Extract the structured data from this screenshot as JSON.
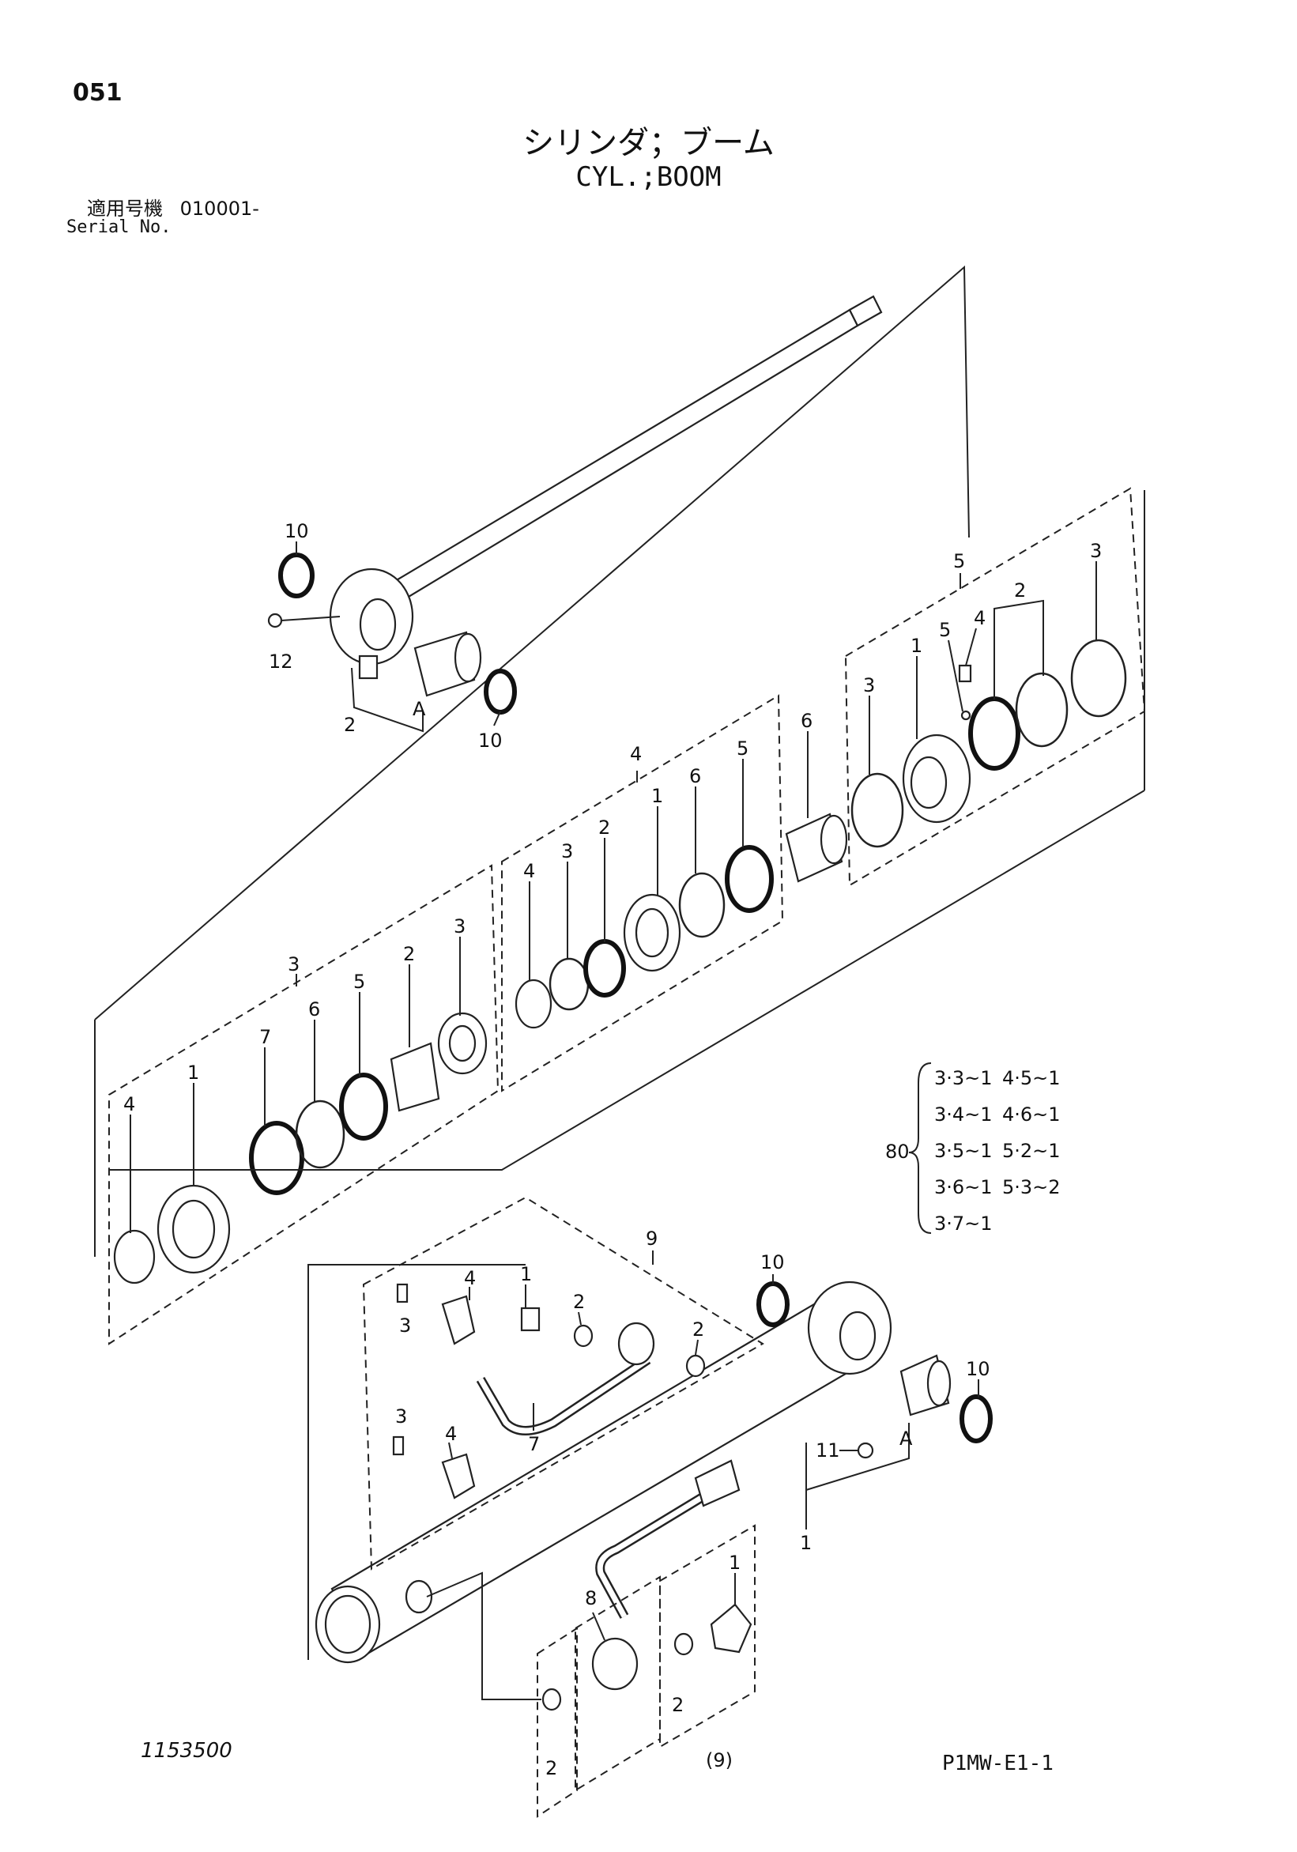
{
  "header": {
    "page_number": "051",
    "title_jp": "シリンダ；ブーム",
    "title_en": "CYL.;BOOM",
    "serial_label_jp": "適用号機",
    "serial_value": "010001-",
    "serial_label_en": "Serial No."
  },
  "footer": {
    "document_number": "1153500",
    "page_code": "P1MW-E1-1"
  },
  "kit_80": {
    "number": "80",
    "entries": [
      "3·3~1",
      "4·5~1",
      "3·4~1",
      "4·6~1",
      "3·5~1",
      "5·2~1",
      "3·6~1",
      "5·3~2",
      "3·7~1"
    ]
  },
  "callouts": {
    "rod_10a": "10",
    "rod_12": "12",
    "rod_2": "2",
    "rod_A": "A",
    "rod_10b": "10",
    "grp3": "3",
    "g3_4": "4",
    "g3_1": "1",
    "g3_7": "7",
    "g3_6": "6",
    "g3_5": "5",
    "g3_2": "2",
    "g3_3": "3",
    "grp4": "4",
    "g4_4": "4",
    "g4_3": "3",
    "g4_2": "2",
    "g4_1": "1",
    "g4_6": "6",
    "g4_5": "5",
    "part6": "6",
    "grp5": "5",
    "g5_3a": "3",
    "g5_1": "1",
    "g5_5": "5",
    "g5_4": "4",
    "g5_2": "2",
    "g5_3b": "3",
    "grp9": "9",
    "g9_3a": "3",
    "g9_4a": "4",
    "g9_1": "1",
    "g9_2a": "2",
    "g9_2b": "2",
    "g9_3b": "3",
    "g9_4b": "4",
    "g9_7": "7",
    "tube_10a": "10",
    "tube_10b": "10",
    "tube_11": "11",
    "tube_A": "A",
    "tube_1": "1",
    "low_8": "8",
    "low_1": "1",
    "low_2a": "2",
    "low_2b": "2",
    "low_9": "(9)"
  }
}
